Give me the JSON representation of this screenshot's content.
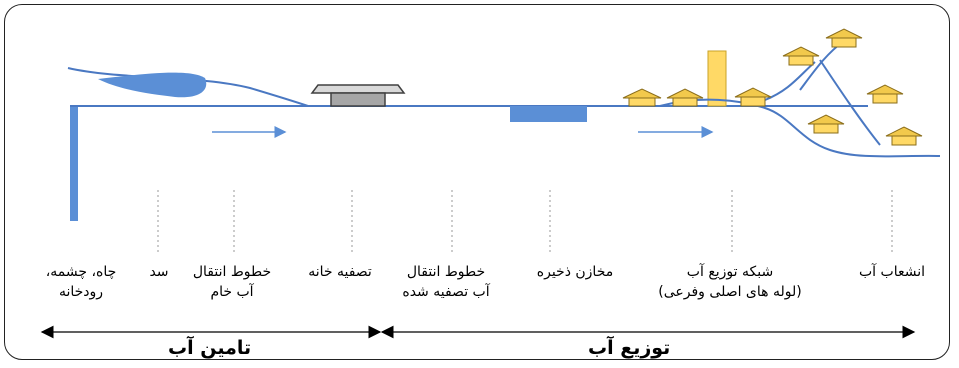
{
  "labels": {
    "well": "چاه، چشمه،\nرودخانه",
    "dam": "سد",
    "raw_lines": "خطوط انتقال\nآب خام",
    "treatment": "تصفیه خانه",
    "treated_lines": "خطوط انتقال\nآب تصفیه شده",
    "storage": "مخازن ذخیره",
    "network": "شبکه توزیع آب\n(لوله های اصلی وفرعی)",
    "branch": "انشعاب آب"
  },
  "sections": {
    "supply": "تامین آب",
    "distribution": "توزیع آب"
  },
  "colors": {
    "water": "#5b8fd6",
    "pipe": "#4a78c2",
    "house_roof": "#f2c94c",
    "house_body": "#ffd966",
    "tower": "#ffd966",
    "plant_gray": "#a6a6a6",
    "plant_dark": "#404040"
  }
}
